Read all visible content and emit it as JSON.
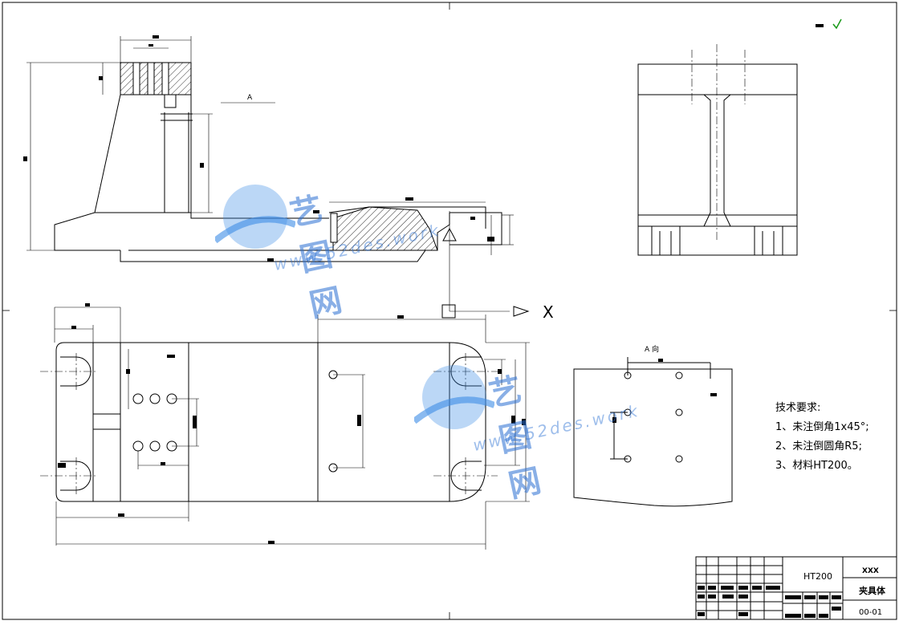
{
  "title_block": {
    "material": "HT200",
    "code": "XXX",
    "name": "夹具体",
    "drawing_no": "00-01"
  },
  "views": {
    "section_label": "A",
    "view_label": "A 向",
    "axis_label": "X"
  },
  "tech_requirements": {
    "heading": "技术要求:",
    "items": [
      "1、未注倒角1x45°;",
      "2、未注倒圆角R5;",
      "3、材料HT200。"
    ]
  },
  "watermark": {
    "brand": "艺图网",
    "url": "www.52des.work"
  },
  "colors": {
    "line": "#000000",
    "check": "#1a9a1a",
    "watermark": "#2a6ed2"
  }
}
